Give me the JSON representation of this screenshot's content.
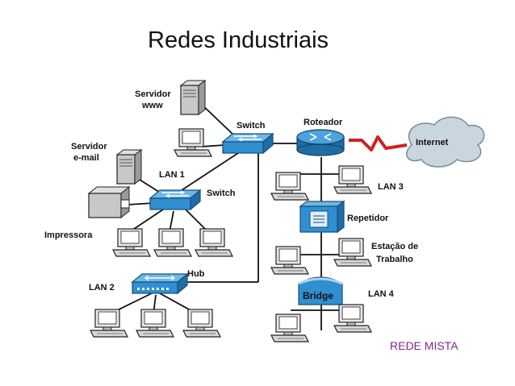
{
  "title": "Redes Industriais",
  "caption": "REDE MISTA",
  "labels": {
    "servidor_www": [
      "Servidor",
      "www"
    ],
    "servidor_email": [
      "Servidor",
      "e-mail"
    ],
    "switch_top": "Switch",
    "roteador": "Roteador",
    "internet": "Internet",
    "lan1": "LAN 1",
    "switch_lan1": "Switch",
    "impressora": "Impressora",
    "lan3": "LAN 3",
    "repetidor": "Repetidor",
    "estacao": [
      "Estação de",
      "Trabalho"
    ],
    "hub": "Hub",
    "lan2": "LAN 2",
    "bridge": "Bridge",
    "lan4": "LAN 4"
  },
  "colors": {
    "device_blue": "#2f8fd0",
    "cable": "#111111",
    "wan_link": "#d02020",
    "cloud": "#c9d6de",
    "caption": "#7b2a8c"
  }
}
